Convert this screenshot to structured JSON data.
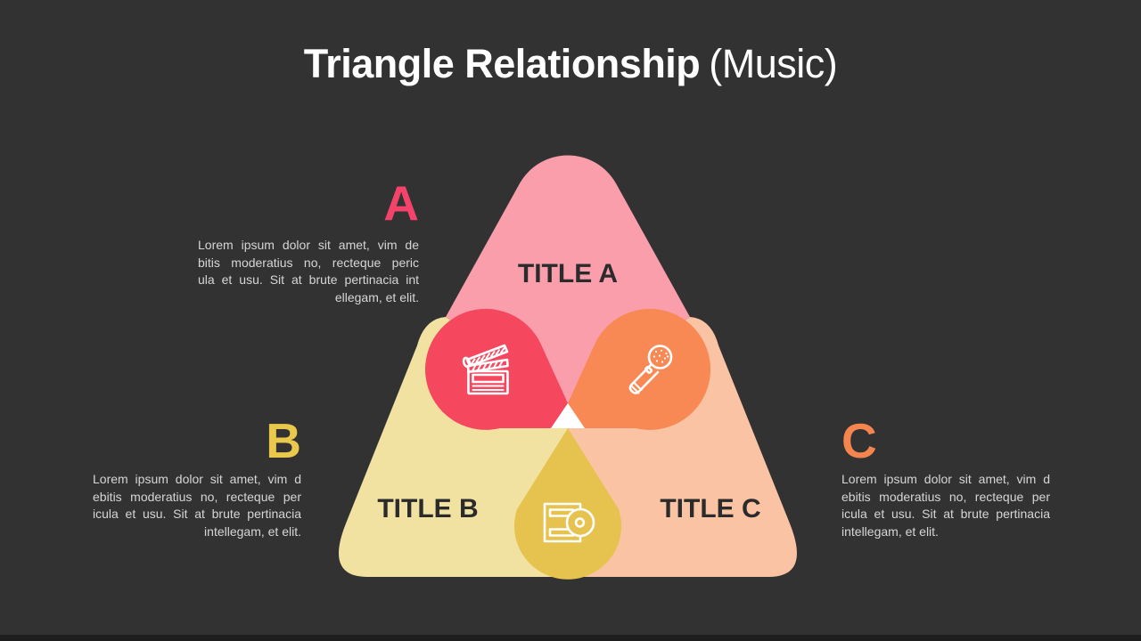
{
  "title": {
    "main": "Triangle Relationship",
    "suffix": "(Music)"
  },
  "colors": {
    "background": "#323232",
    "footer_bar": "#1E1E1E",
    "title_text": "#FFFFFF",
    "body_text": "#D6D6D6",
    "heading_text": "#2B2B2B",
    "triangle_a": "#FA9EAB",
    "triangle_b": "#F2E2A2",
    "triangle_c": "#FAC3A3",
    "overlap_ab": "#F5485F",
    "overlap_ac": "#F88955",
    "overlap_bc": "#E5C34E",
    "label_a": "#F4436B",
    "label_b": "#E9C84B",
    "label_c": "#F5854F",
    "center": "#FFFFFF",
    "icon_stroke": "#FFFFFF"
  },
  "items": [
    {
      "label": "A",
      "heading": "TITLE A",
      "lines": [
        "Lorem ipsum dolor sit amet, vim de",
        "bitis moderatius no, recteque peric",
        "ula et usu. Sit at brute pertinacia int",
        "ellegam, et elit."
      ]
    },
    {
      "label": "B",
      "heading": "TITLE B",
      "lines": [
        "Lorem ipsum dolor sit amet, vim d",
        "ebitis moderatius no, recteque per",
        "icula et usu. Sit at brute pertinacia",
        "intellegam, et elit."
      ]
    },
    {
      "label": "C",
      "heading": "TITLE C",
      "lines": [
        "Lorem ipsum dolor sit amet, vim d",
        "ebitis moderatius no, recteque per",
        "icula et usu. Sit at brute pertinacia",
        "intellegam, et elit."
      ]
    }
  ],
  "overlaps": [
    {
      "between": "A-B",
      "icon": "clapperboard-icon"
    },
    {
      "between": "A-C",
      "icon": "microphone-icon"
    },
    {
      "between": "B-C",
      "icon": "cd-icon"
    }
  ]
}
